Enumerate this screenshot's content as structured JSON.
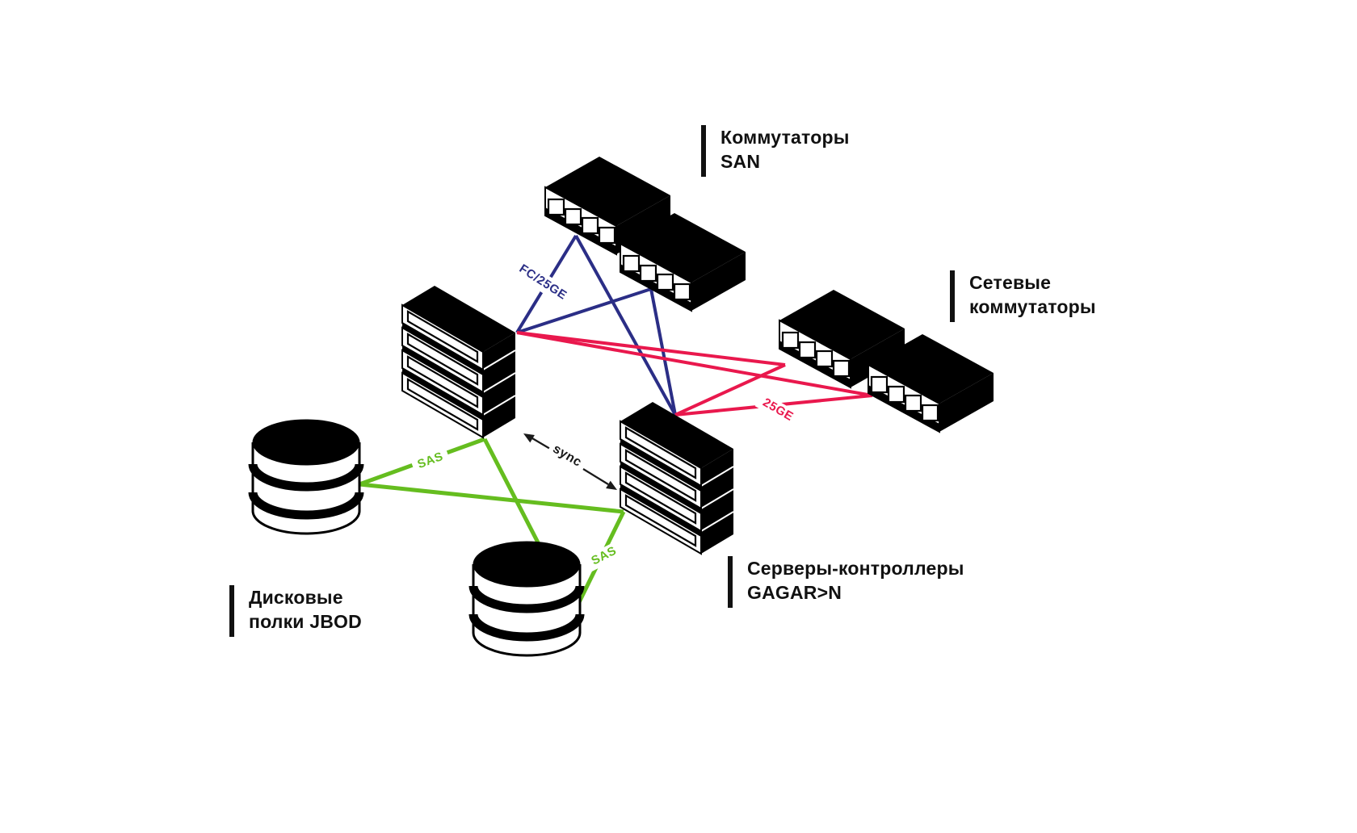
{
  "diagram": {
    "title_hint": "Storage architecture diagram",
    "groups": {
      "san_switches": {
        "label_line1": "Коммутаторы",
        "label_line2": "SAN"
      },
      "network_switches": {
        "label_line1": "Сетевые",
        "label_line2": "коммутаторы"
      },
      "jbod_shelves": {
        "label_line1": "Дисковые",
        "label_line2": "полки JBOD"
      },
      "controller_servers": {
        "label_line1": "Серверы-контроллеры",
        "label_line2": "GAGAR>N"
      }
    },
    "links": {
      "fc": {
        "label": "FC/25GE",
        "color": "#2b2e86"
      },
      "ge": {
        "label": "25GE",
        "color": "#e9184d"
      },
      "sas_left": {
        "label": "SAS",
        "color": "#65bd1f"
      },
      "sas_right": {
        "label": "SAS",
        "color": "#65bd1f"
      },
      "sync": {
        "label": "sync",
        "color": "#1a1a1a"
      }
    }
  }
}
